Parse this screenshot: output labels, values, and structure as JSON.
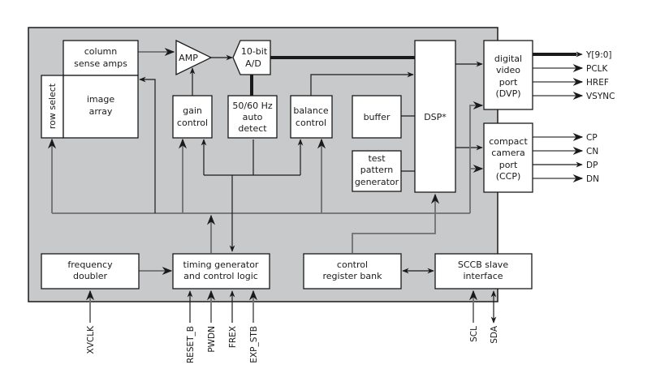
{
  "diagram": {
    "chip_background": "#c8c9cb",
    "blocks": {
      "column_sense_amps": [
        "column",
        "sense amps"
      ],
      "row_select": "row select",
      "image_array": [
        "image",
        "array"
      ],
      "amp": "AMP",
      "adc": [
        "10-bit",
        "A/D"
      ],
      "gain_control": [
        "gain",
        "control"
      ],
      "auto_detect": [
        "50/60 Hz",
        "auto",
        "detect"
      ],
      "balance_control": [
        "balance",
        "control"
      ],
      "buffer": "buffer",
      "test_pattern": [
        "test",
        "pattern",
        "generator"
      ],
      "dsp": "DSP*",
      "dvp": [
        "digital",
        "video",
        "port",
        "(DVP)"
      ],
      "ccp": [
        "compact",
        "camera",
        "port",
        "(CCP)"
      ],
      "frequency_doubler": [
        "frequency",
        "doubler"
      ],
      "timing_generator": [
        "timing generator",
        "and control logic"
      ],
      "control_register_bank": [
        "control",
        "register bank"
      ],
      "sccb_slave": [
        "SCCB slave",
        "interface"
      ]
    },
    "outputs_dvp": [
      "Y[9:0]",
      "PCLK",
      "HREF",
      "VSYNC"
    ],
    "outputs_ccp": [
      "CP",
      "CN",
      "DP",
      "DN"
    ],
    "inputs_bottom": {
      "xvclk": "XVCLK",
      "reset": "RESET_B",
      "pwdn": "PWDN",
      "frex": "FREX",
      "exp_stb": "EXP_STB",
      "scl": "SCL",
      "sda": "SDA"
    }
  }
}
